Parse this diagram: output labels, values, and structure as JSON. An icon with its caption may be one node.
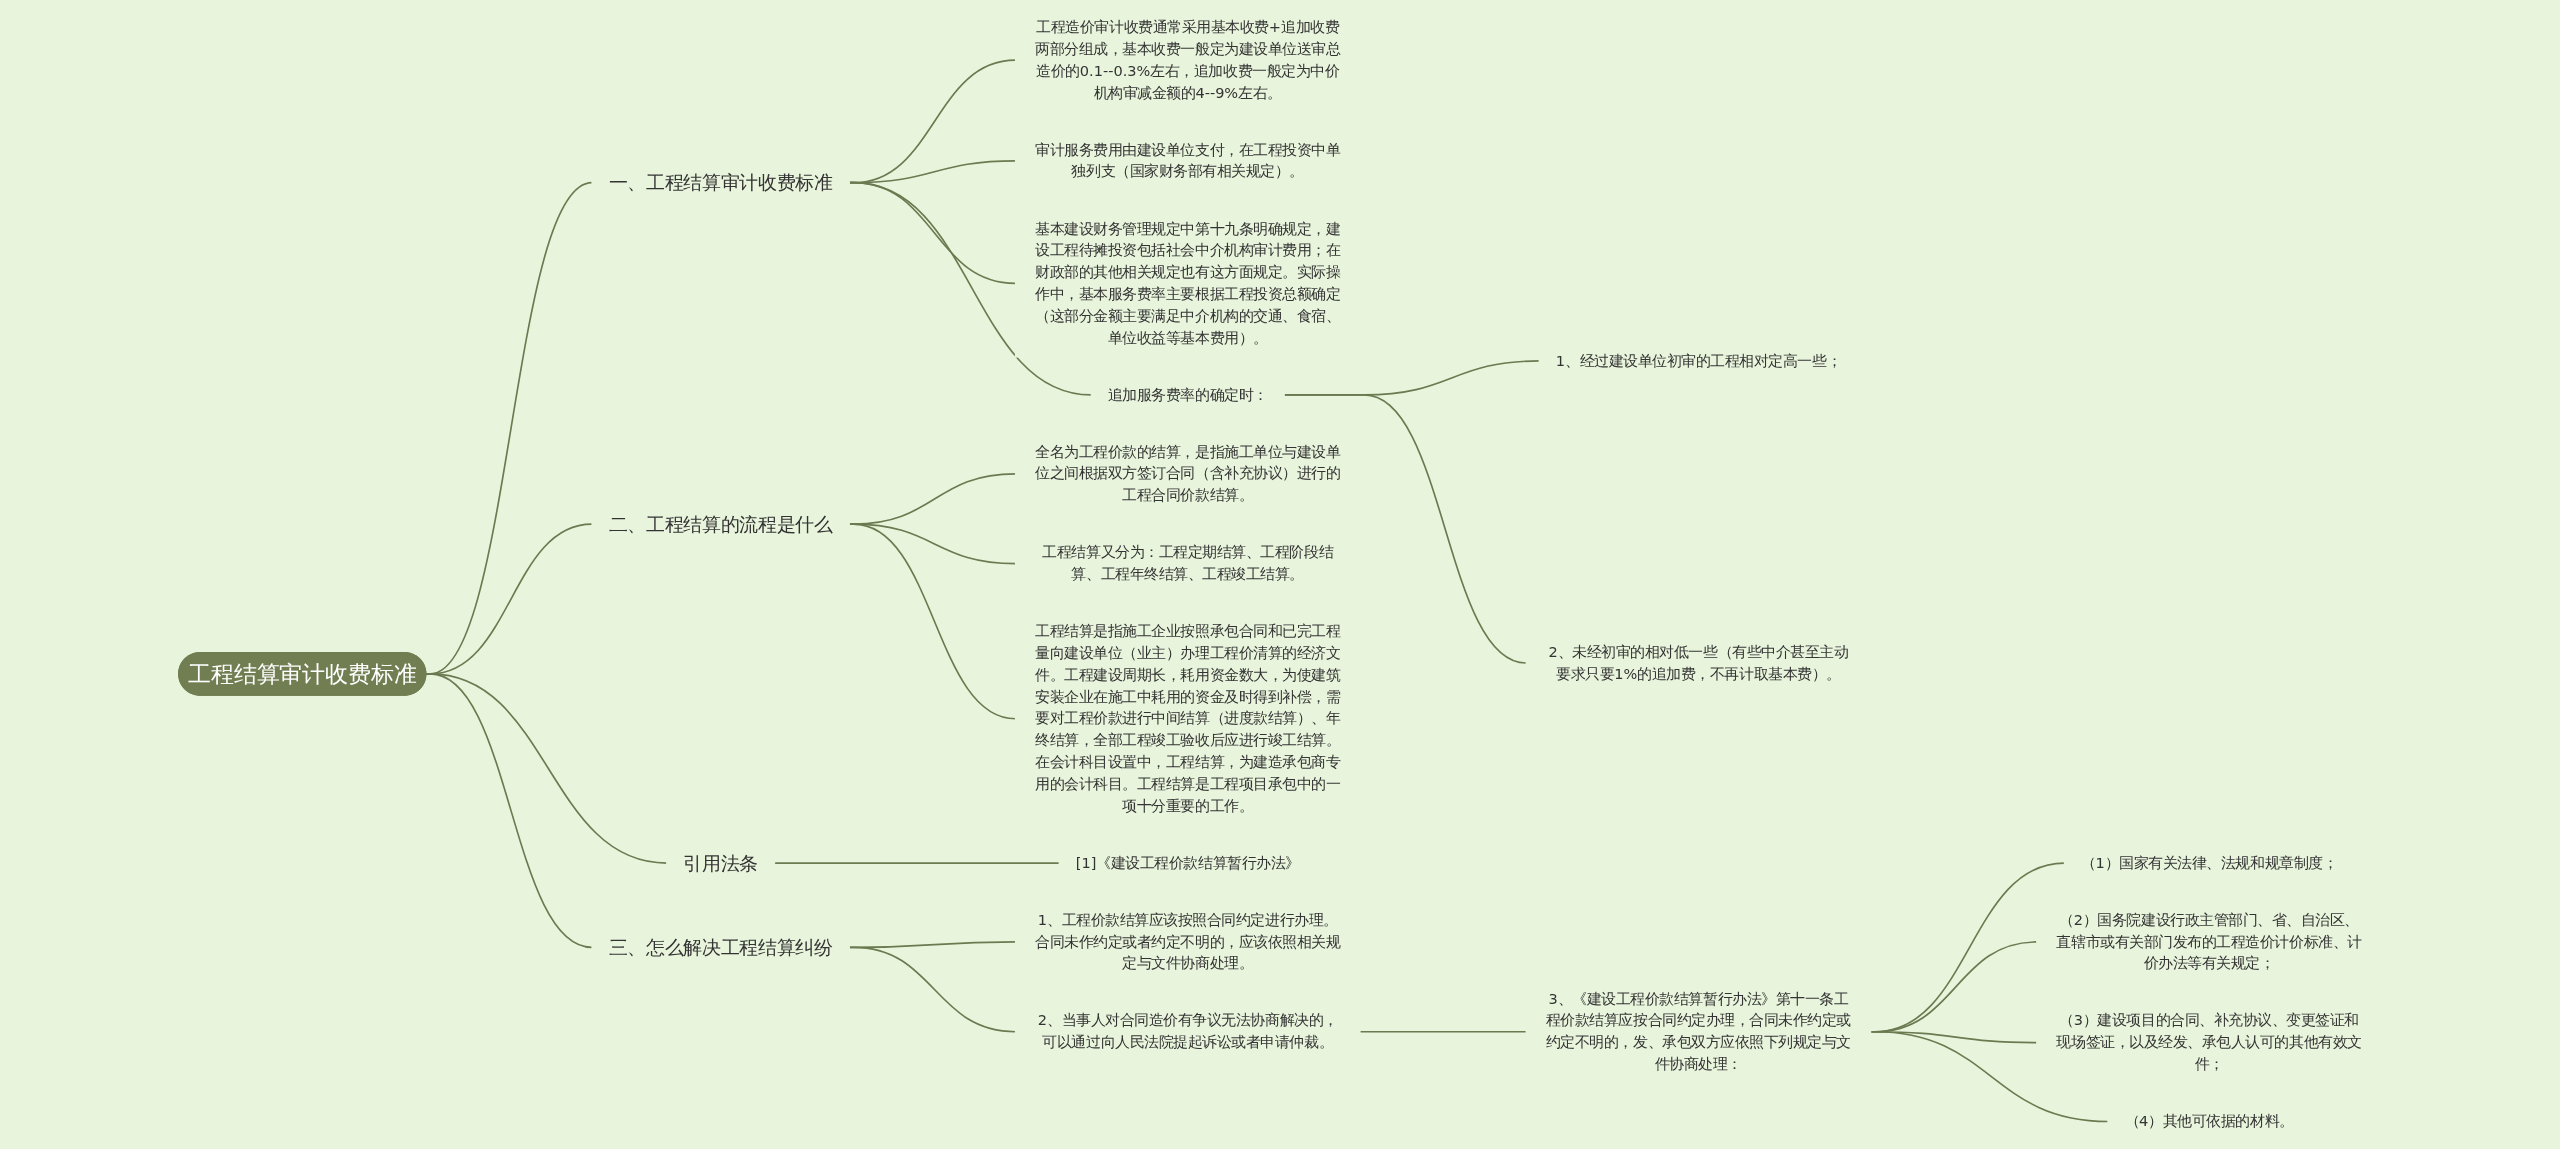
{
  "diagram": {
    "nodes": [
      {
        "text": [
          "工程结算审计收费标准"
        ]
      },
      {
        "text": [
          "一、工程结算审计收费标准"
        ]
      },
      {
        "text": [
          "工程造价审计收费通常采用基本收费+追加收费两部分组成，基本收费一般定为建设单位送审总造价的0.1--0.3%左右，追加收费一般定为中价机构审减金额的4--9%左右。"
        ]
      },
      {
        "text": [
          "审计服务费用由建设单位支付，在工程投资中单独列支（国家财务部有相关规定）。"
        ]
      },
      {
        "text": [
          "基本建设财务管理规定中第十九条明确规定，建设工程待摊投资包括社会中介机构审计费用；在财政部的其他相关规定也有这方面规定。实际操作中，基本服务费率主要根据工程投资总额确定（这部分金额主要满足中介机构的交通、食宿、单位收益等基本费用）。"
        ]
      },
      {
        "text": [
          "追加服务费率的确定时："
        ]
      },
      {
        "text": [
          "1、经过建设单位初审的工程相对定高一些；"
        ]
      },
      {
        "text": [
          "2、未经初审的相对低一些（有些中介甚至主动要求只要1%的追加费，不再计取基本费）。"
        ]
      },
      {
        "text": [
          "二、工程结算的流程是什么"
        ]
      },
      {
        "text": [
          "全名为工程价款的结算，是指施工单位与建设单位之间根据双方签订合同（含补充协议）进行的工程合同价款结算。"
        ]
      },
      {
        "text": [
          "工程结算又分为：工程定期结算、工程阶段结算、工程年终结算、工程竣工结算。"
        ]
      },
      {
        "text": [
          "工程结算是指施工企业按照承包合同和已完工程量向建设单位（业主）办理工程价清算的经济文件。工程建设周期长，耗用资金数大，为使建筑安装企业在施工中耗用的资金及时得到补偿，需要对工程价款进行中间结算（进度款结算）、年终结算，全部工程竣工验收后应进行竣工结算。在会计科目设置中，工程结算，为建造承包商专用的会计科目。工程结算是工程项目承包中的一项十分重要的工作。"
        ]
      },
      {
        "text": [
          "引用法条"
        ]
      },
      {
        "text": [
          "[1]《建设工程价款结算暂行办法》"
        ]
      },
      {
        "text": [
          "三、怎么解决工程结算纠纷"
        ]
      },
      {
        "text": [
          "1、工程价款结算应该按照合同约定进行办理。合同未作约定或者约定不明的，应该依照相关规定与文件协商处理。"
        ]
      },
      {
        "text": [
          "2、当事人对合同造价有争议无法协商解决的，可以通过向人民法院提起诉讼或者申请仲裁。"
        ]
      },
      {
        "text": [
          "3、《建设工程价款结算暂行办法》第十一条工程价款结算应按合同约定办理，合同未作约定或约定不明的，发、承包双方应依照下列规定与文件协商处理："
        ]
      },
      {
        "text": [
          "（1）国家有关法律、法规和规章制度；"
        ]
      },
      {
        "text": [
          "（2）国务院建设行政主管部门、省、自治区、直辖市或有关部门发布的工程造价计价标准、计价办法等有关规定；"
        ]
      },
      {
        "text": [
          "（3）建设项目的合同、补充协议、变更签证和现场签证，以及经发、承包人认可的其他有效文件；"
        ]
      },
      {
        "text": [
          "（4）其他可依据的材料。"
        ]
      }
    ],
    "edges": [
      {
        "from": 0,
        "to": 1,
        "arrow": "none"
      },
      {
        "from": 1,
        "to": 2,
        "arrow": "none"
      },
      {
        "from": 1,
        "to": 3,
        "arrow": "none"
      },
      {
        "from": 1,
        "to": 4,
        "arrow": "none"
      },
      {
        "from": 1,
        "to": 5,
        "arrow": "none"
      },
      {
        "from": 5,
        "to": 6,
        "arrow": "none"
      },
      {
        "from": 5,
        "to": 7,
        "arrow": "none"
      },
      {
        "from": 0,
        "to": 8,
        "arrow": "none"
      },
      {
        "from": 8,
        "to": 9,
        "arrow": "none"
      },
      {
        "from": 8,
        "to": 10,
        "arrow": "none"
      },
      {
        "from": 8,
        "to": 11,
        "arrow": "none"
      },
      {
        "from": 0,
        "to": 12,
        "arrow": "none"
      },
      {
        "from": 12,
        "to": 13,
        "arrow": "none"
      },
      {
        "from": 0,
        "to": 14,
        "arrow": "none"
      },
      {
        "from": 14,
        "to": 15,
        "arrow": "none"
      },
      {
        "from": 14,
        "to": 16,
        "arrow": "none"
      },
      {
        "from": 16,
        "to": 17,
        "arrow": "none"
      },
      {
        "from": 17,
        "to": 18,
        "arrow": "none"
      },
      {
        "from": 17,
        "to": 19,
        "arrow": "none"
      },
      {
        "from": 17,
        "to": 20,
        "arrow": "none"
      },
      {
        "from": 17,
        "to": 21,
        "arrow": "none"
      }
    ]
  }
}
